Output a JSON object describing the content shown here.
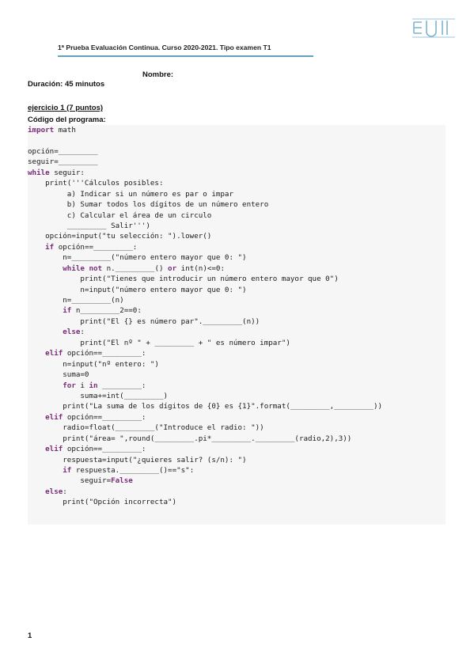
{
  "header": {
    "title": "1ª Prueba Evaluación Continua. Curso 2020-2021. Tipo examen T1",
    "nombre_label": "Nombre:",
    "duracion": "Duración: 45 minutos"
  },
  "exercise": {
    "title": "ejercicio 1 (7 puntos)",
    "code_label": "Código del programa:"
  },
  "code_lines": [
    [
      {
        "k": 1,
        "t": "import"
      },
      {
        "t": " math"
      }
    ],
    [
      {
        "t": ""
      }
    ],
    [
      {
        "t": "opción=_________"
      }
    ],
    [
      {
        "t": "seguir=_________"
      }
    ],
    [
      {
        "k": 1,
        "t": "while"
      },
      {
        "t": " seguir:"
      }
    ],
    [
      {
        "t": "    print('''Cálculos posibles:"
      }
    ],
    [
      {
        "t": "         a) Indicar si un número es par o impar"
      }
    ],
    [
      {
        "t": "         b) Sumar todos los dígitos de un número entero"
      }
    ],
    [
      {
        "t": "         c) Calcular el área de un circulo"
      }
    ],
    [
      {
        "t": "         _________ Salir''')"
      }
    ],
    [
      {
        "t": "    opción=input(\"tu selección: \").lower()"
      }
    ],
    [
      {
        "t": "    "
      },
      {
        "k": 1,
        "t": "if"
      },
      {
        "t": " opción==_________:"
      }
    ],
    [
      {
        "t": "        n=_________(\"número entero mayor que 0: \")"
      }
    ],
    [
      {
        "t": "        "
      },
      {
        "k": 1,
        "t": "while not"
      },
      {
        "t": " n._________() "
      },
      {
        "k": 1,
        "t": "or"
      },
      {
        "t": " int(n)<=0:"
      }
    ],
    [
      {
        "t": "            print(\"Tienes que introducir un número entero mayor que 0\")"
      }
    ],
    [
      {
        "t": "            n=input(\"número entero mayor que 0: \")"
      }
    ],
    [
      {
        "t": "        n=_________(n)"
      }
    ],
    [
      {
        "t": "        "
      },
      {
        "k": 1,
        "t": "if"
      },
      {
        "t": " n_________2==0:"
      }
    ],
    [
      {
        "t": "            print(\"El {} es número par\"._________(n))"
      }
    ],
    [
      {
        "t": "        "
      },
      {
        "k": 1,
        "t": "else"
      },
      {
        "t": ":"
      }
    ],
    [
      {
        "t": "            print(\"El nº \" + _________ + \" es número impar\")"
      }
    ],
    [
      {
        "t": "    "
      },
      {
        "k": 1,
        "t": "elif"
      },
      {
        "t": " opción==_________:"
      }
    ],
    [
      {
        "t": "        n=input(\"nº entero: \")"
      }
    ],
    [
      {
        "t": "        suma=0"
      }
    ],
    [
      {
        "t": "        "
      },
      {
        "k": 1,
        "t": "for"
      },
      {
        "t": " i "
      },
      {
        "k": 1,
        "t": "in"
      },
      {
        "t": " _________:"
      }
    ],
    [
      {
        "t": "            suma+=int(_________)"
      }
    ],
    [
      {
        "t": "        print(\"La suma de los dígitos de {0} es {1}\".format(_________,_________))"
      }
    ],
    [
      {
        "t": "    "
      },
      {
        "k": 1,
        "t": "elif"
      },
      {
        "t": " opción==_________:"
      }
    ],
    [
      {
        "t": "        radio=float(_________(\"Introduce el radio: \"))"
      }
    ],
    [
      {
        "t": "        print(\"área= \",round(_________.pi*_________._________(radio,2),3))"
      }
    ],
    [
      {
        "t": "    "
      },
      {
        "k": 1,
        "t": "elif"
      },
      {
        "t": " opción==_________:"
      }
    ],
    [
      {
        "t": "        respuesta=input(\"¿quieres salir? (s/n): \")"
      }
    ],
    [
      {
        "t": "        "
      },
      {
        "k": 1,
        "t": "if"
      },
      {
        "t": " respuesta._________()==\"s\":"
      }
    ],
    [
      {
        "t": "            seguir="
      },
      {
        "k": 1,
        "t": "False"
      }
    ],
    [
      {
        "t": "    "
      },
      {
        "k": 1,
        "t": "else"
      },
      {
        "t": ":"
      }
    ],
    [
      {
        "t": "        print(\"Opción incorrecta\")"
      }
    ]
  ],
  "footer": {
    "page_number": "1"
  }
}
